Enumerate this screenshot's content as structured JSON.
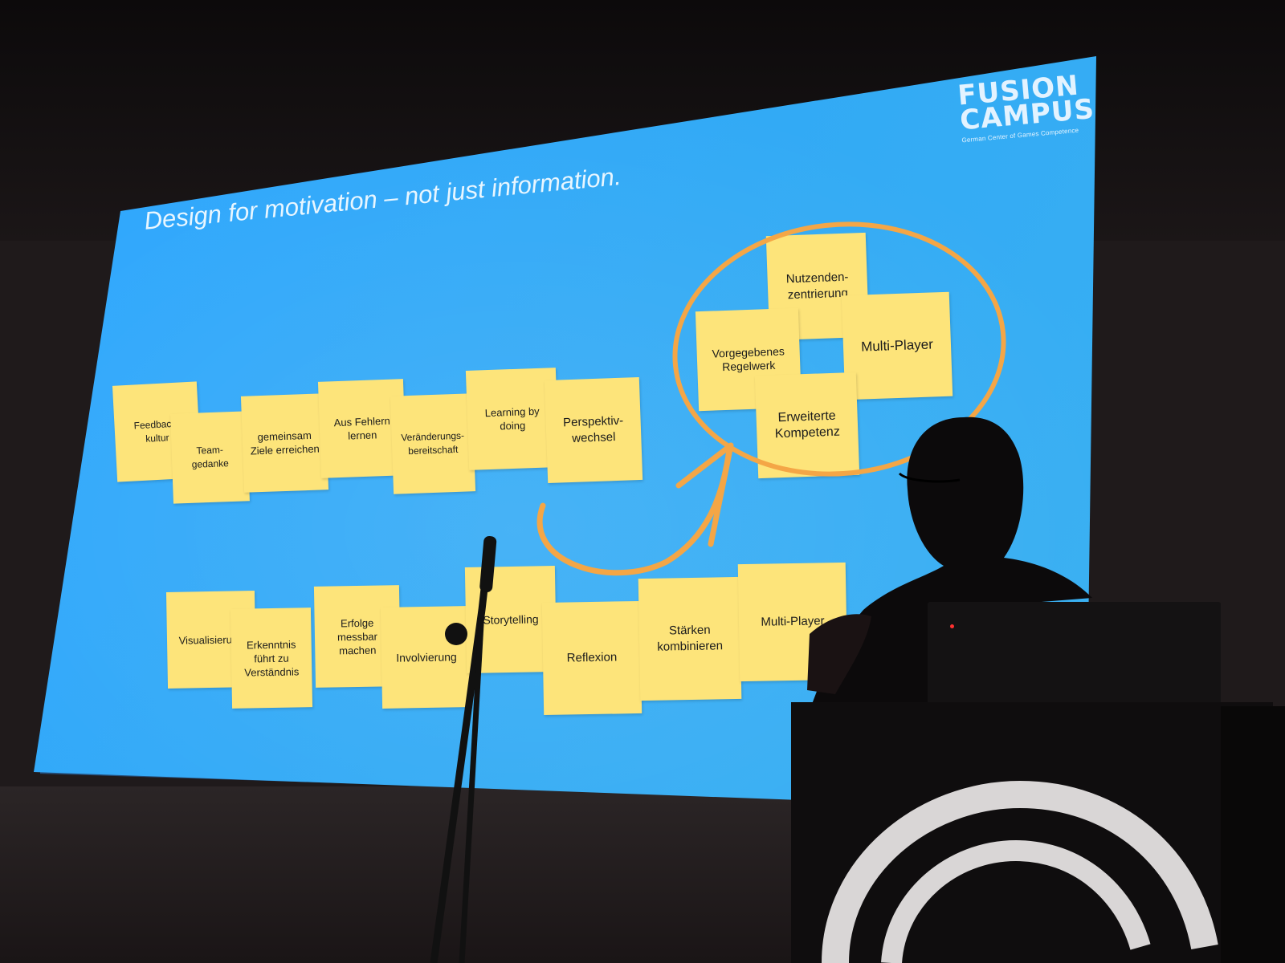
{
  "slide": {
    "title": "Design for motivation – not just information.",
    "logo": {
      "line1": "FUSION",
      "line2": "CAMPUS",
      "tagline": "German Center of Games Competence"
    },
    "row1_notes": [
      {
        "text": "Feedback-\nkultur"
      },
      {
        "text": "Team-\ngedanke"
      },
      {
        "text": "gemeinsam\nZiele erreichen"
      },
      {
        "text": "Aus Fehlern\nlernen"
      },
      {
        "text": "Veränderungs-\nbereitschaft"
      },
      {
        "text": "Learning by\ndoing"
      },
      {
        "text": "Perspektiv-\nwechsel"
      }
    ],
    "row2_notes": [
      {
        "text": "Visualisierung"
      },
      {
        "text": "Erkenntnis\nführt zu\nVerständnis"
      },
      {
        "text": "Erfolge\nmessbar\nmachen"
      },
      {
        "text": "Involvierung"
      },
      {
        "text": "Storytelling"
      },
      {
        "text": "Reflexion"
      },
      {
        "text": "Stärken\nkombinieren"
      },
      {
        "text": "Multi-Player"
      }
    ],
    "circle_notes": [
      {
        "text": "Nutzenden-\nzentrierung"
      },
      {
        "text": "Vorgegebenes\nRegelwerk"
      },
      {
        "text": "Multi-Player"
      },
      {
        "text": "Erweiterte\nKompetenz"
      }
    ],
    "accent_color": "#f4a646",
    "screen_color": "#2ea6ff",
    "note_color": "#fde47a"
  }
}
